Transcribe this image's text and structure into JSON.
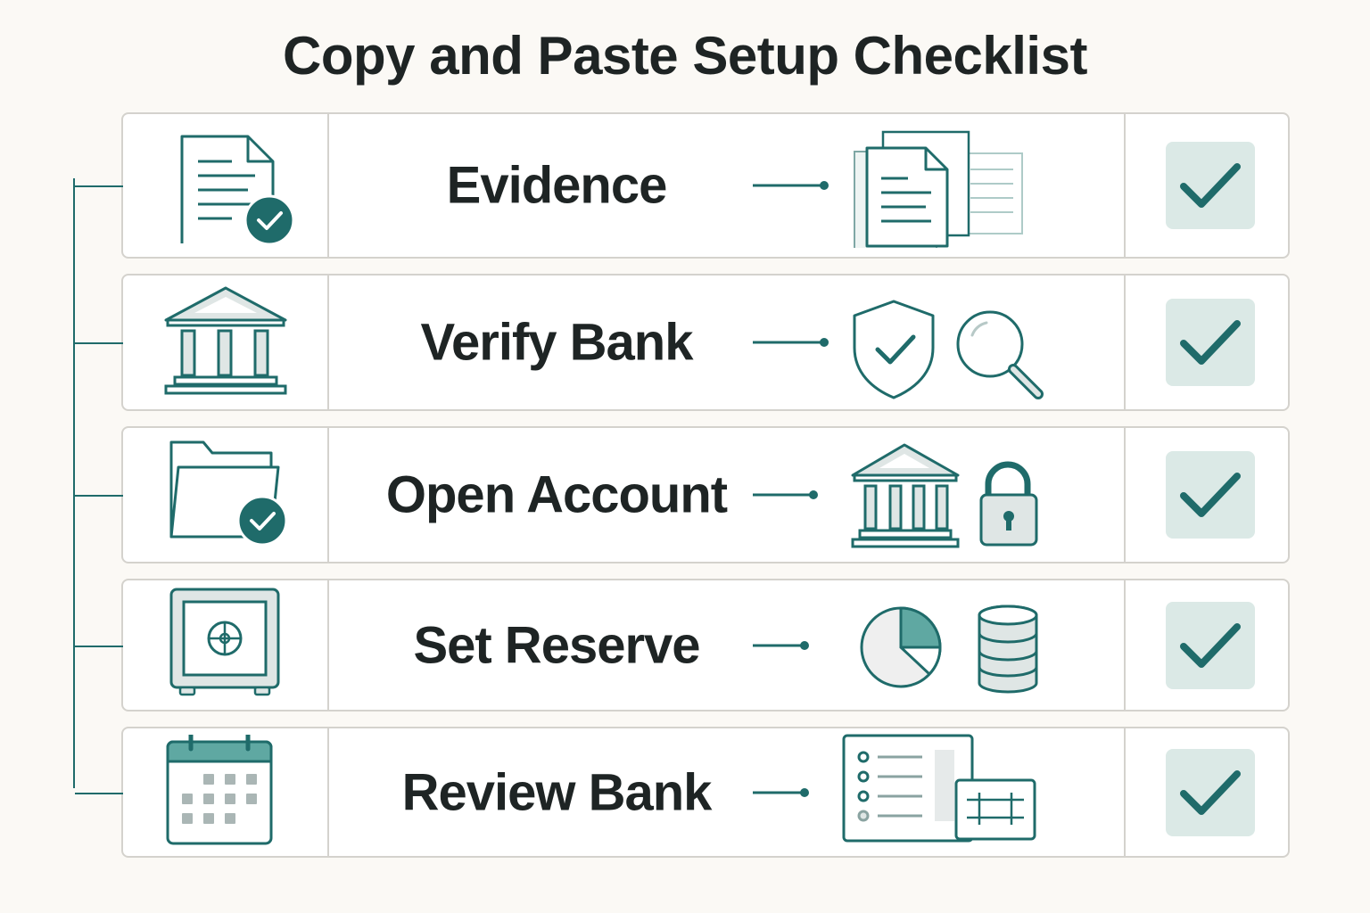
{
  "title": "Copy and Paste Setup Checklist",
  "colors": {
    "accent": "#1f6b6a",
    "accent_light": "#dbe9e6",
    "background": "#fbf9f5",
    "border": "#d4d2cd"
  },
  "steps": [
    {
      "label": "Evidence",
      "left_icon": "document-check-icon",
      "right_icons": [
        "document-stack-icon"
      ],
      "checked": true
    },
    {
      "label": "Verify Bank",
      "left_icon": "bank-icon",
      "right_icons": [
        "shield-check-icon",
        "magnifier-icon"
      ],
      "checked": true
    },
    {
      "label": "Open Account",
      "left_icon": "folder-check-icon",
      "right_icons": [
        "bank-icon",
        "padlock-icon"
      ],
      "checked": true
    },
    {
      "label": "Set Reserve",
      "left_icon": "safe-icon",
      "right_icons": [
        "pie-chart-icon",
        "database-icon"
      ],
      "checked": true
    },
    {
      "label": "Review Bank",
      "left_icon": "calendar-icon",
      "right_icons": [
        "checklist-panel-icon",
        "table-panel-icon"
      ],
      "checked": true
    }
  ]
}
